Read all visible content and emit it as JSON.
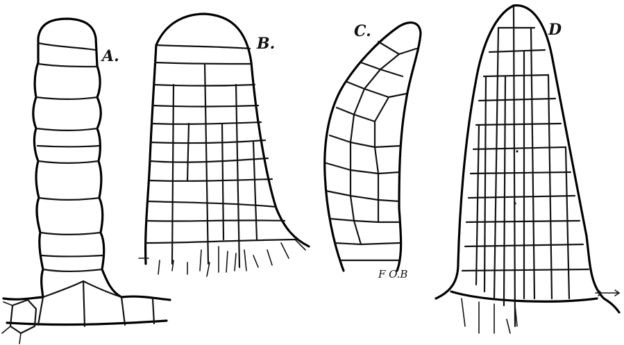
{
  "figure": {
    "panels": [
      {
        "label": "A."
      },
      {
        "label": "B."
      },
      {
        "label": "C."
      },
      {
        "label": "D"
      }
    ],
    "signature": "F O.B"
  }
}
